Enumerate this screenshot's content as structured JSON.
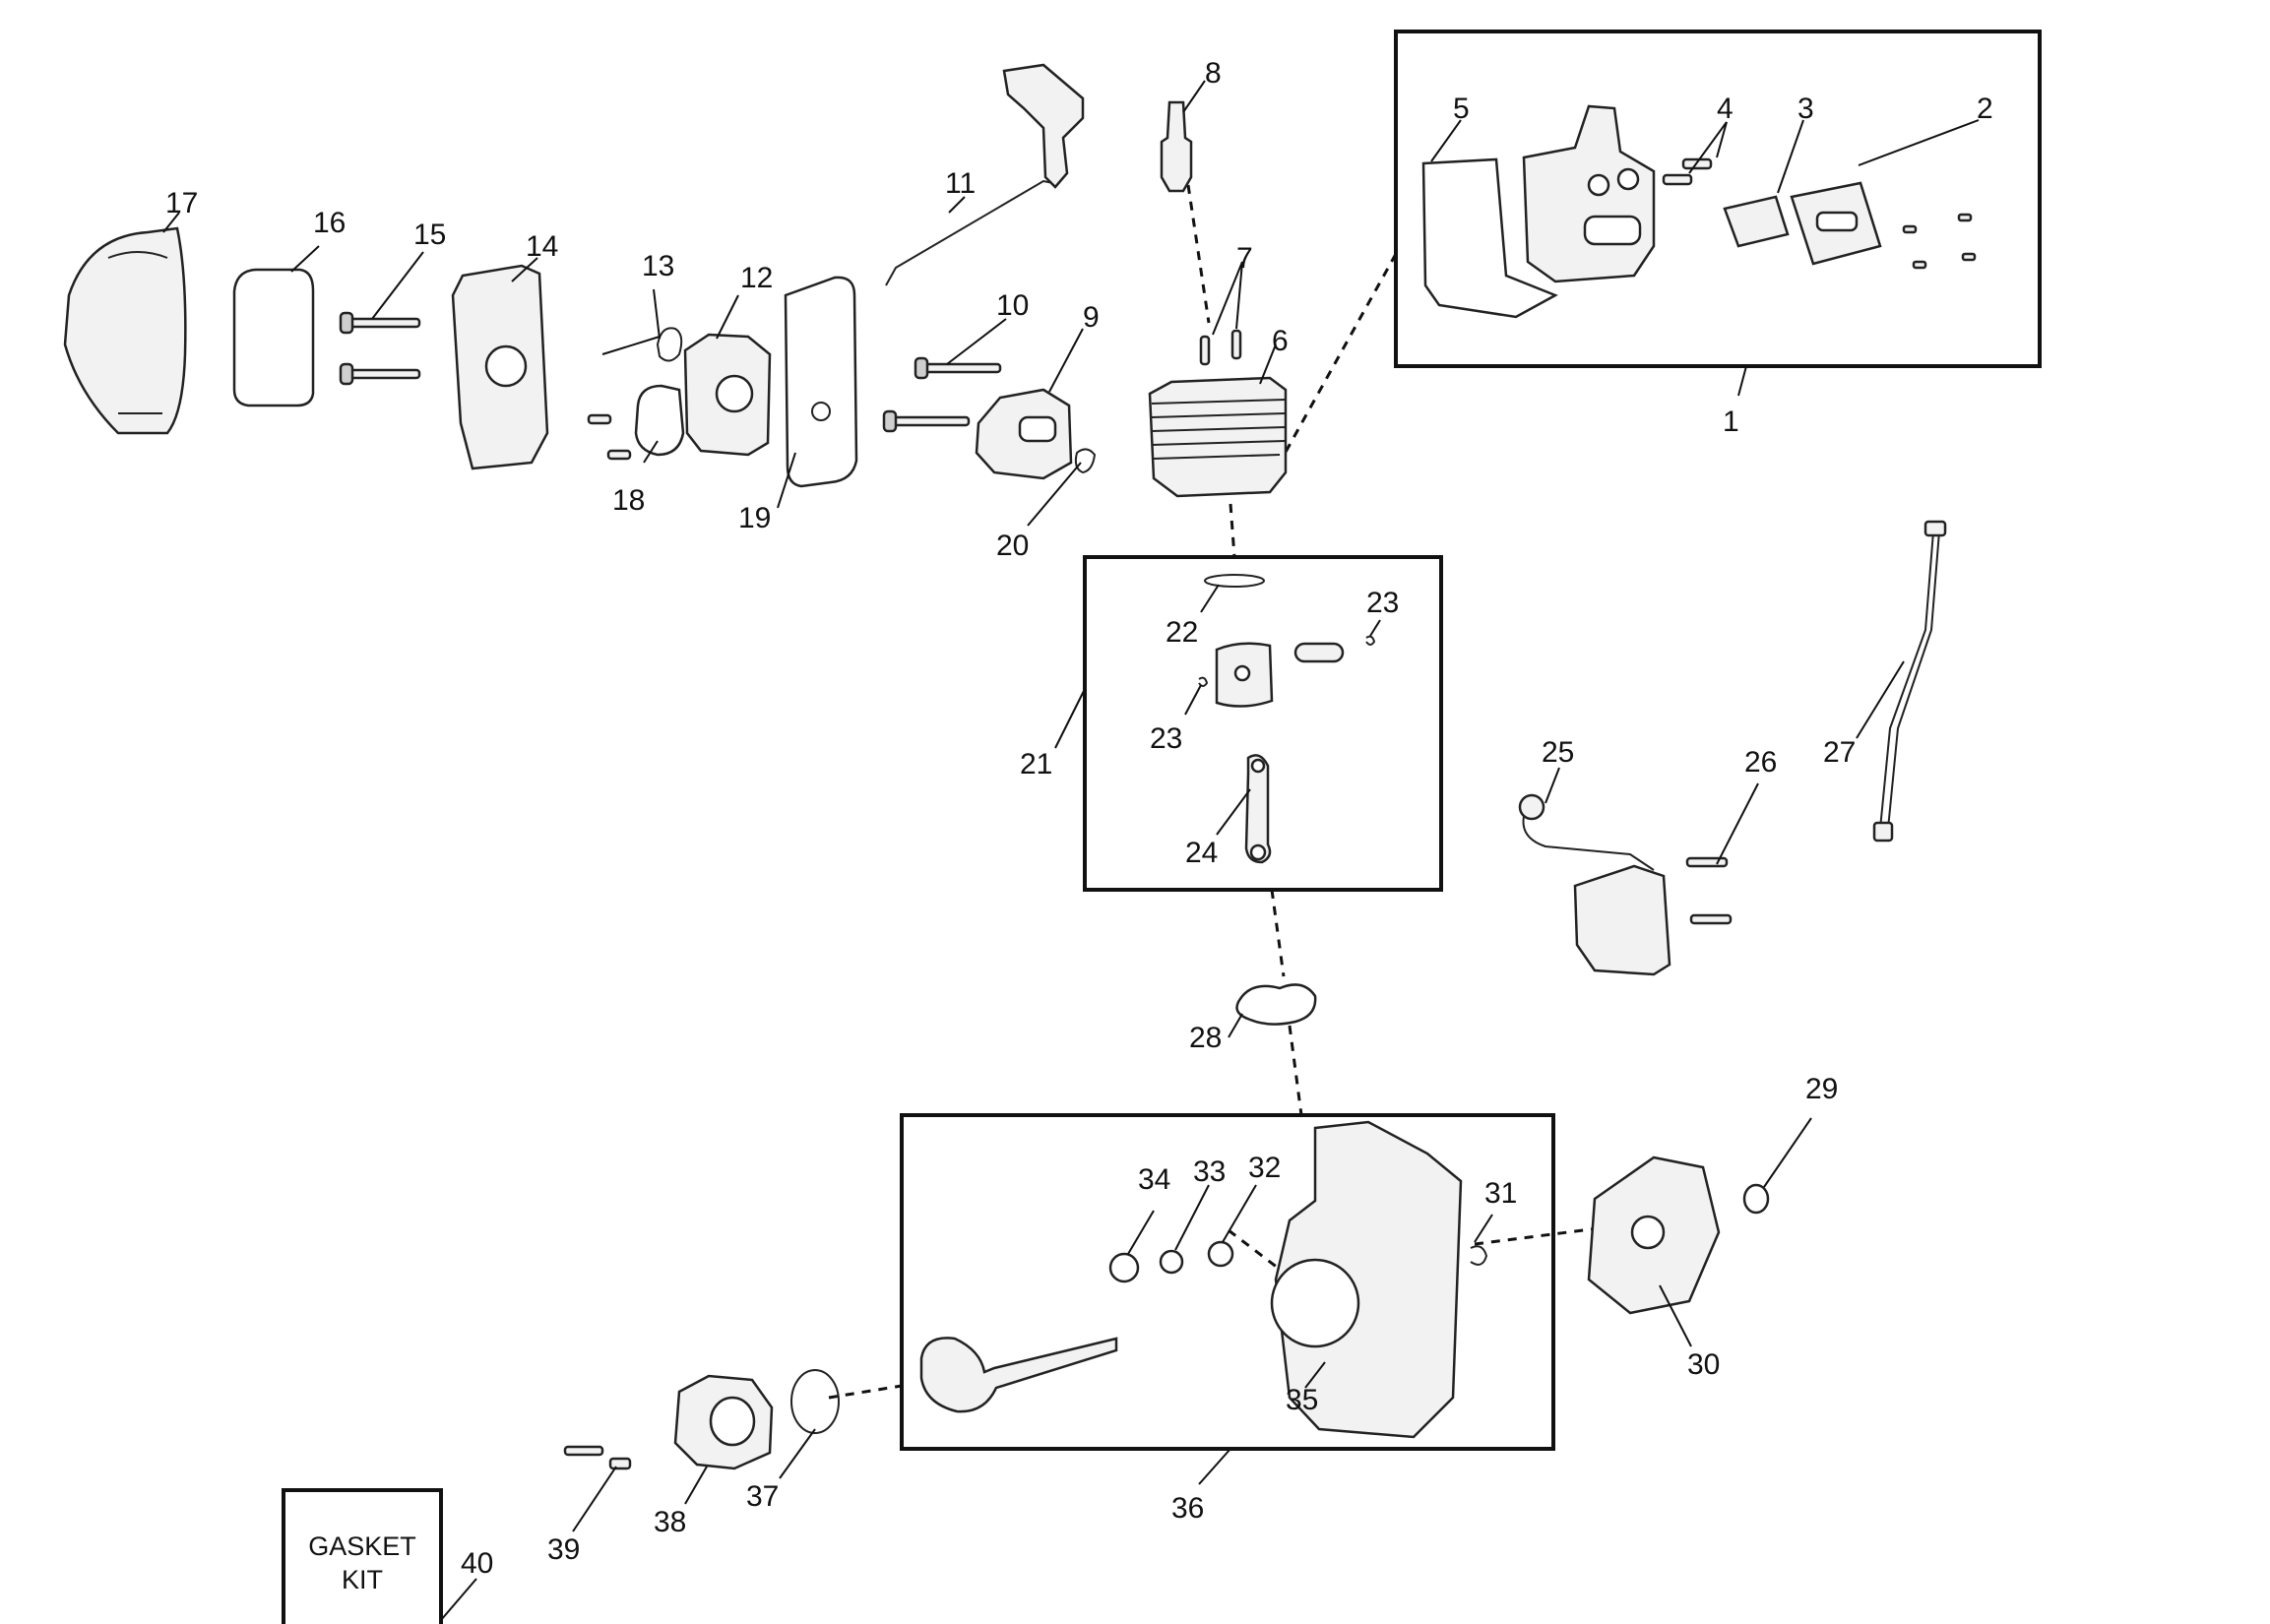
{
  "callouts": {
    "c1": "1",
    "c2": "2",
    "c3": "3",
    "c4": "4",
    "c5": "5",
    "c6": "6",
    "c7": "7",
    "c8": "8",
    "c9": "9",
    "c10": "10",
    "c11": "11",
    "c12": "12",
    "c13": "13",
    "c14": "14",
    "c15": "15",
    "c16": "16",
    "c17": "17",
    "c18": "18",
    "c19": "19",
    "c20": "20",
    "c21": "21",
    "c22": "22",
    "c23a": "23",
    "c23b": "23",
    "c24": "24",
    "c25": "25",
    "c26": "26",
    "c27": "27",
    "c28": "28",
    "c29": "29",
    "c30": "30",
    "c31": "31",
    "c32": "32",
    "c33": "33",
    "c34": "34",
    "c35": "35",
    "c36": "36",
    "c37": "37",
    "c38": "38",
    "c39": "39",
    "c40": "40"
  },
  "gasket_kit": {
    "line1": "GASKET",
    "line2": "KIT"
  }
}
